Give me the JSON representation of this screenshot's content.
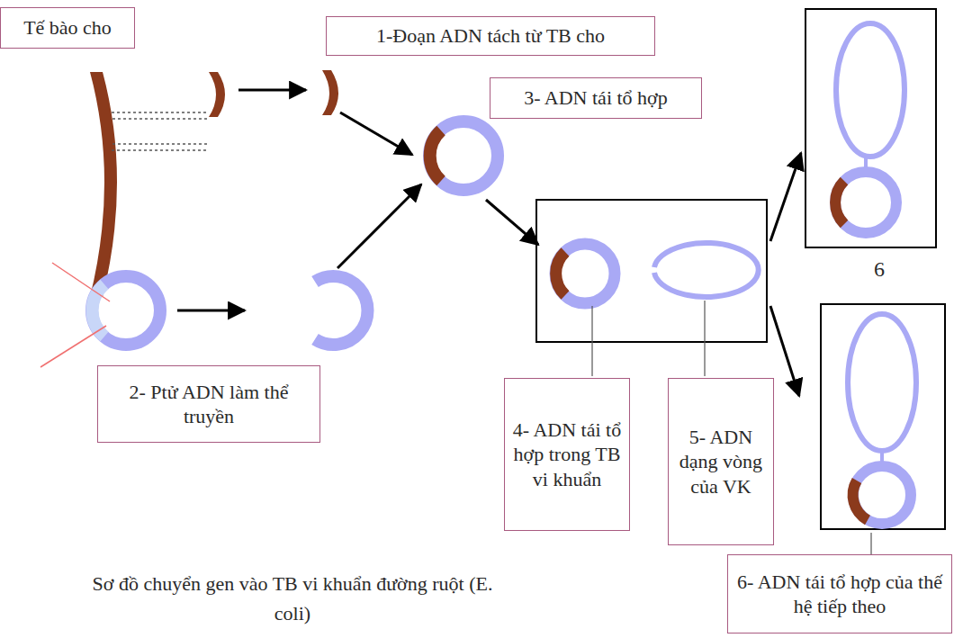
{
  "diagram": {
    "caption": "Sơ đồ chuyển gen vào TB vi khuẩn đường ruột (E. coli)",
    "nodes": [
      {
        "text": [
          "Tế bào cho"
        ]
      },
      {
        "text": [
          "1-Đoạn ADN tách từ TB cho"
        ]
      },
      {
        "text": [
          "3- ADN tái tổ hợp"
        ]
      },
      {
        "text": [
          "2- Ptử ADN làm thể truyền"
        ]
      },
      {
        "text": [
          "4- ADN tái tổ hợp trong TB vi khuẩn"
        ]
      },
      {
        "text": [
          "5- ADN dạng vòng của VK"
        ]
      },
      {
        "text": [
          "6- ADN tái tổ hợp của thế hệ tiếp theo"
        ]
      }
    ],
    "labels": [
      "6"
    ]
  }
}
